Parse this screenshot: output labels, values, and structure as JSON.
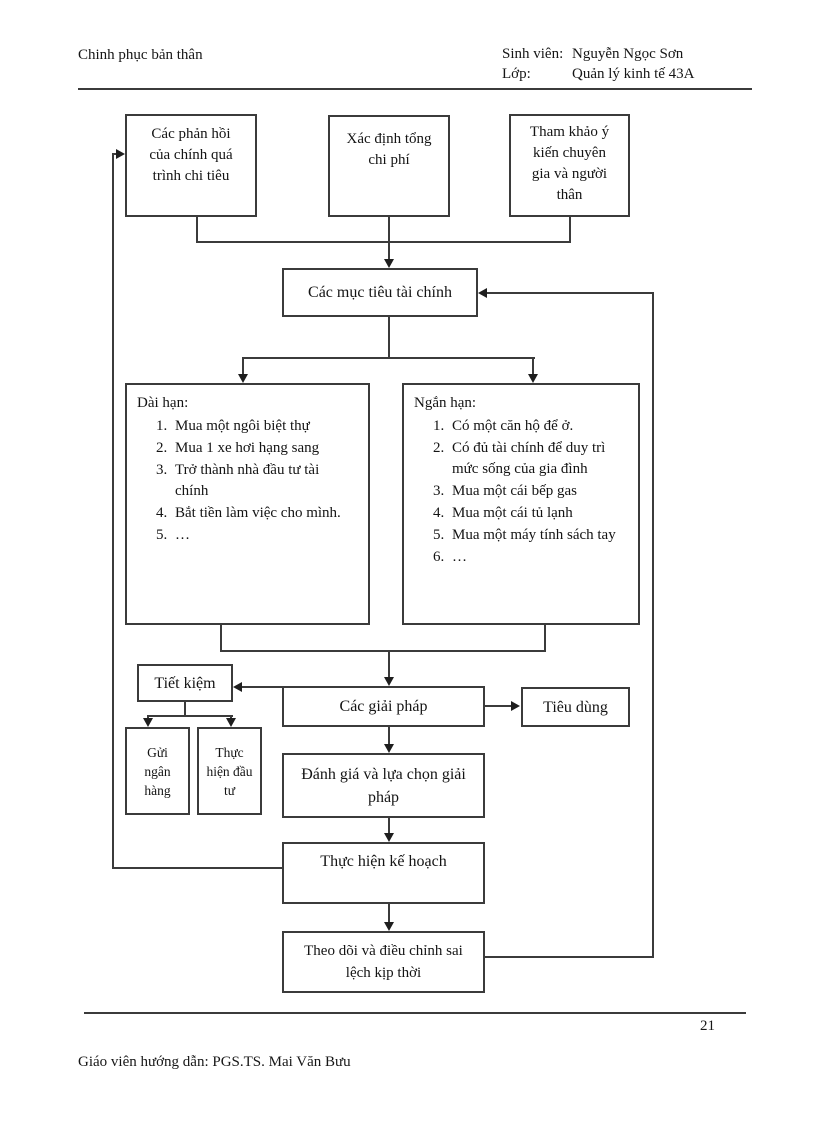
{
  "page": {
    "header": {
      "running_title": "Chinh phục bản thân",
      "student_label": "Sinh viên:",
      "student_name": "Nguyễn Ngọc Sơn",
      "class_label": "Lớp:",
      "class_name": "Quản lý kinh tế 43A"
    },
    "footer": {
      "page_number": "21",
      "advisor_line": "Giáo viên hướng dẫn: PGS.TS. Mai Văn Bưu"
    }
  },
  "flowchart": {
    "feedback_box": "Các phản hồi của chính quá trình chi tiêu",
    "total_cost_box": "Xác định tổng chi phí",
    "consult_box": "Tham khảo ý kiến chuyên gia và người thân",
    "goals_box": "Các mục tiêu tài chính",
    "long_term": {
      "title": "Dài hạn:",
      "items": [
        "Mua một ngôi biệt thự",
        "Mua 1 xe hơi hạng sang",
        "Trở thành nhà đầu tư tài chính",
        "Bắt tiền làm việc cho mình.",
        "…"
      ]
    },
    "short_term": {
      "title": "Ngắn hạn:",
      "items": [
        "Có một căn hộ để ở.",
        "Có đủ tài chính để duy trì mức sống của gia đình",
        "Mua một cái bếp gas",
        "Mua một cái tủ lạnh",
        "Mua một máy tính sách tay",
        "…"
      ]
    },
    "saving_box": "Tiết kiệm",
    "solutions_box": "Các giải pháp",
    "consumption_box": "Tiêu dùng",
    "bank_box": "Gửi ngân hàng",
    "invest_box": "Thực hiện đầu tư",
    "evaluate_box": "Đánh giá và lựa chọn giải pháp",
    "execute_box": "Thực hiện kế hoạch",
    "monitor_box": "Theo dõi và điều chỉnh sai lệch kịp thời"
  },
  "colors": {
    "ink": "#161616",
    "line": "#3b3b3b",
    "paper": "#ffffff"
  }
}
